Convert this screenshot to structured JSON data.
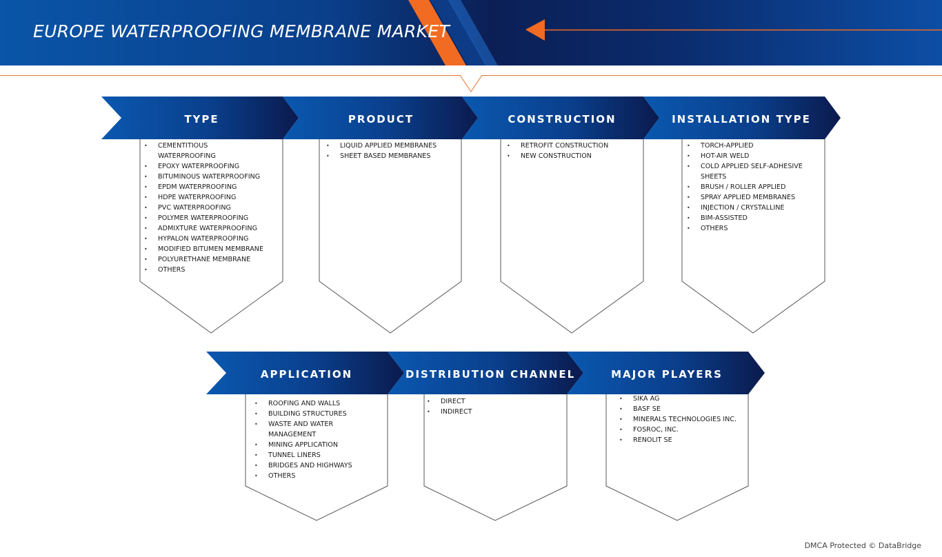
{
  "header": {
    "title": "EUROPE WATERPROOFING MEMBRANE MARKET"
  },
  "colors": {
    "accent_orange": "#f26b22",
    "navy": "#0b1f55",
    "blue": "#0a55a8",
    "outline": "#555555"
  },
  "segments": [
    {
      "label": "TYPE",
      "items": [
        "CEMENTITIOUS WATERPROOFING",
        "EPOXY WATERPROOFING",
        "BITUMINOUS WATERPROOFING",
        "EPDM WATERPROOFING",
        "HDPE WATERPROOFING",
        "PVC WATERPROOFING",
        "POLYMER WATERPROOFING",
        "ADMIXTURE WATERPROOFING",
        "HYPALON WATERPROOFING",
        "MODIFIED BITUMEN MEMBRANE",
        "POLYURETHANE MEMBRANE",
        "OTHERS"
      ]
    },
    {
      "label": "PRODUCT",
      "items": [
        "LIQUID APPLIED MEMBRANES",
        "SHEET BASED MEMBRANES"
      ]
    },
    {
      "label": "CONSTRUCTION",
      "items": [
        "RETROFIT CONSTRUCTION",
        "NEW CONSTRUCTION"
      ]
    },
    {
      "label": "INSTALLATION TYPE",
      "items": [
        "TORCH-APPLIED",
        "HOT-AIR WELD",
        "COLD APPLIED SELF-ADHESIVE SHEETS",
        "BRUSH / ROLLER APPLIED",
        "SPRAY APPLIED MEMBRANES",
        "INJECTION / CRYSTALLINE",
        "BIM-ASSISTED",
        "OTHERS"
      ]
    },
    {
      "label": "APPLICATION",
      "items": [
        "ROOFING AND WALLS",
        "BUILDING STRUCTURES",
        "WASTE AND WATER MANAGEMENT",
        "MINING APPLICATION",
        "TUNNEL LINERS",
        "BRIDGES AND HIGHWAYS",
        "OTHERS"
      ]
    },
    {
      "label": "DISTRIBUTION CHANNEL",
      "items": [
        "DIRECT",
        "INDIRECT"
      ]
    },
    {
      "label": "MAJOR PLAYERS",
      "items": [
        "SIKA AG",
        "BASF SE",
        "MINERALS TECHNOLOGIES INC.",
        "FOSROC, INC.",
        "RENOLIT SE"
      ]
    }
  ],
  "footer": {
    "text": "DMCA Protected © DataBridge"
  }
}
